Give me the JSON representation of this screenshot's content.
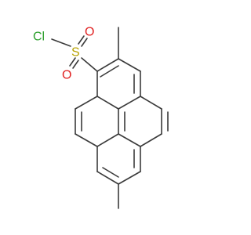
{
  "molecule": {
    "atoms": {
      "chlorine": "Cl",
      "sulfur": "S",
      "oxygen_top": "O",
      "oxygen_bottom": "O"
    },
    "colors": {
      "bond": "#3a3a3a",
      "chlorine": "#2ea02e",
      "sulfur": "#b8a200",
      "oxygen": "#e02020"
    }
  }
}
